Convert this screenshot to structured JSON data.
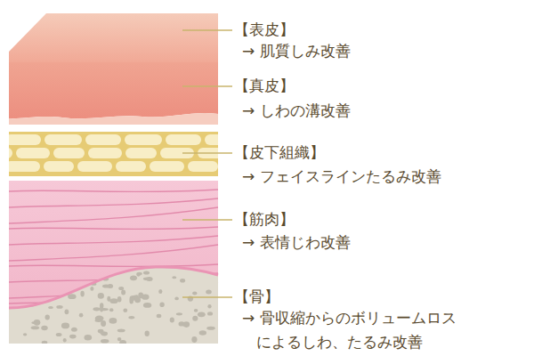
{
  "diagram": {
    "labels": [
      "【表皮】",
      "→ 肌質しみ改善",
      "【真皮】",
      "→ しわの溝改善",
      "【皮下組織】",
      "→ フェイスラインたるみ改善",
      "【筋肉】",
      "→ 表情じわ改善",
      "【骨】",
      "→ 骨収縮からのボリュームロス によるしわ、たるみ改善"
    ]
  }
}
